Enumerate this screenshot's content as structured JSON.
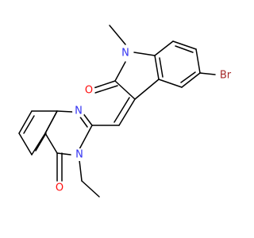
{
  "structure": {
    "atoms": {
      "n_indole": "N",
      "methyl": "",
      "o_indole": "O",
      "br": "Br",
      "n_quin_top": "N",
      "n_quin_bottom": "N",
      "o_quin": "O"
    },
    "colors": {
      "nitrogen": "#3232f2",
      "oxygen": "#ff0d0d",
      "bromine": "#a62929",
      "bond": "#000000"
    }
  }
}
